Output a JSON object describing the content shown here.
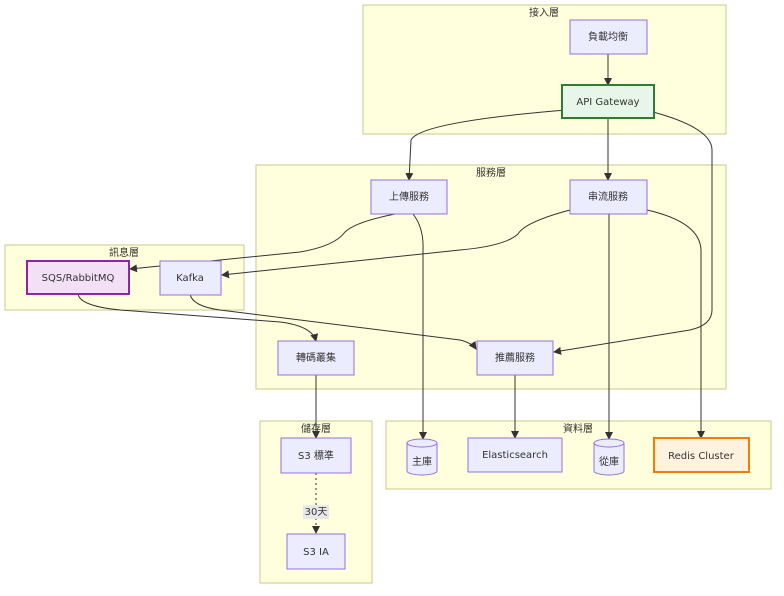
{
  "clusters": {
    "access": "接入層",
    "service": "服務層",
    "message": "訊息層",
    "storage": "儲存層",
    "data": "資料層"
  },
  "nodes": {
    "lb": "負載均衡",
    "api_gateway": "API Gateway",
    "upload": "上傳服務",
    "stream": "串流服務",
    "sqs": "SQS/RabbitMQ",
    "kafka": "Kafka",
    "transcode": "轉碼叢集",
    "recommend": "推薦服務",
    "s3_standard": "S3 標準",
    "s3_ia": "S3 IA",
    "main_db": "主庫",
    "elasticsearch": "Elasticsearch",
    "replica_db": "從庫",
    "redis": "Redis Cluster"
  },
  "edges": {
    "s3_transition": "30天"
  },
  "colors": {
    "cluster_fill": "#ffffde",
    "node_fill": "#ececff",
    "node_stroke": "#9370db",
    "gateway_fill": "#e8f5e9",
    "gateway_stroke": "#2e7d32",
    "queue_fill": "#f3e0f7",
    "queue_stroke": "#8e24aa",
    "redis_fill": "#fff3e0",
    "redis_stroke": "#f57c00"
  }
}
